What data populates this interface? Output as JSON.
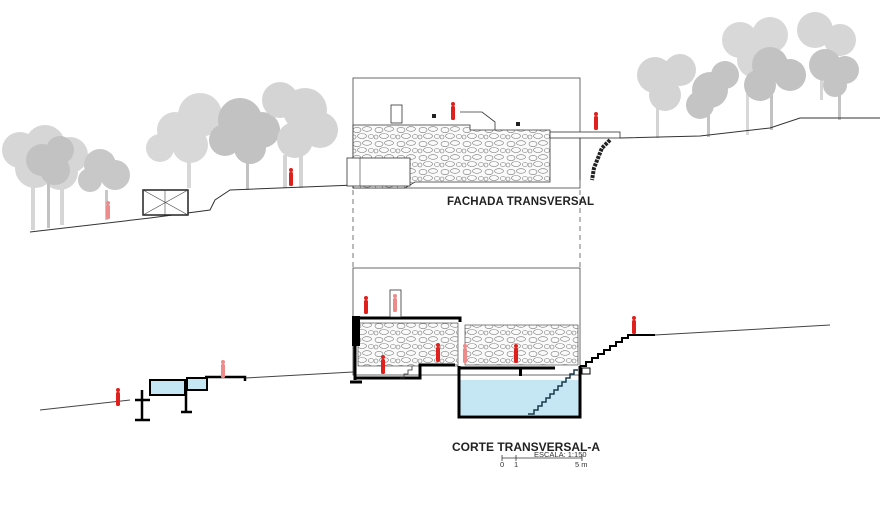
{
  "titles": {
    "elevation": "FACHADA TRANSVERSAL",
    "section": "CORTE TRANSVERSAL-A"
  },
  "scale": {
    "label": "ESCALA: 1:150",
    "ticks": [
      "0",
      "1",
      "5 m"
    ]
  },
  "colors": {
    "tree_light": "#d4d4d4",
    "tree_dark": "#bdbdbd",
    "human_figure": "#e0201c",
    "human_figure_faded": "#ee8a8a",
    "water": "#c5e6f3",
    "wall_cut": "#000000",
    "line": "#333333"
  },
  "icons": {
    "person": "human-figure-icon",
    "tree": "tree-icon",
    "stone_wall": "stone-texture"
  }
}
